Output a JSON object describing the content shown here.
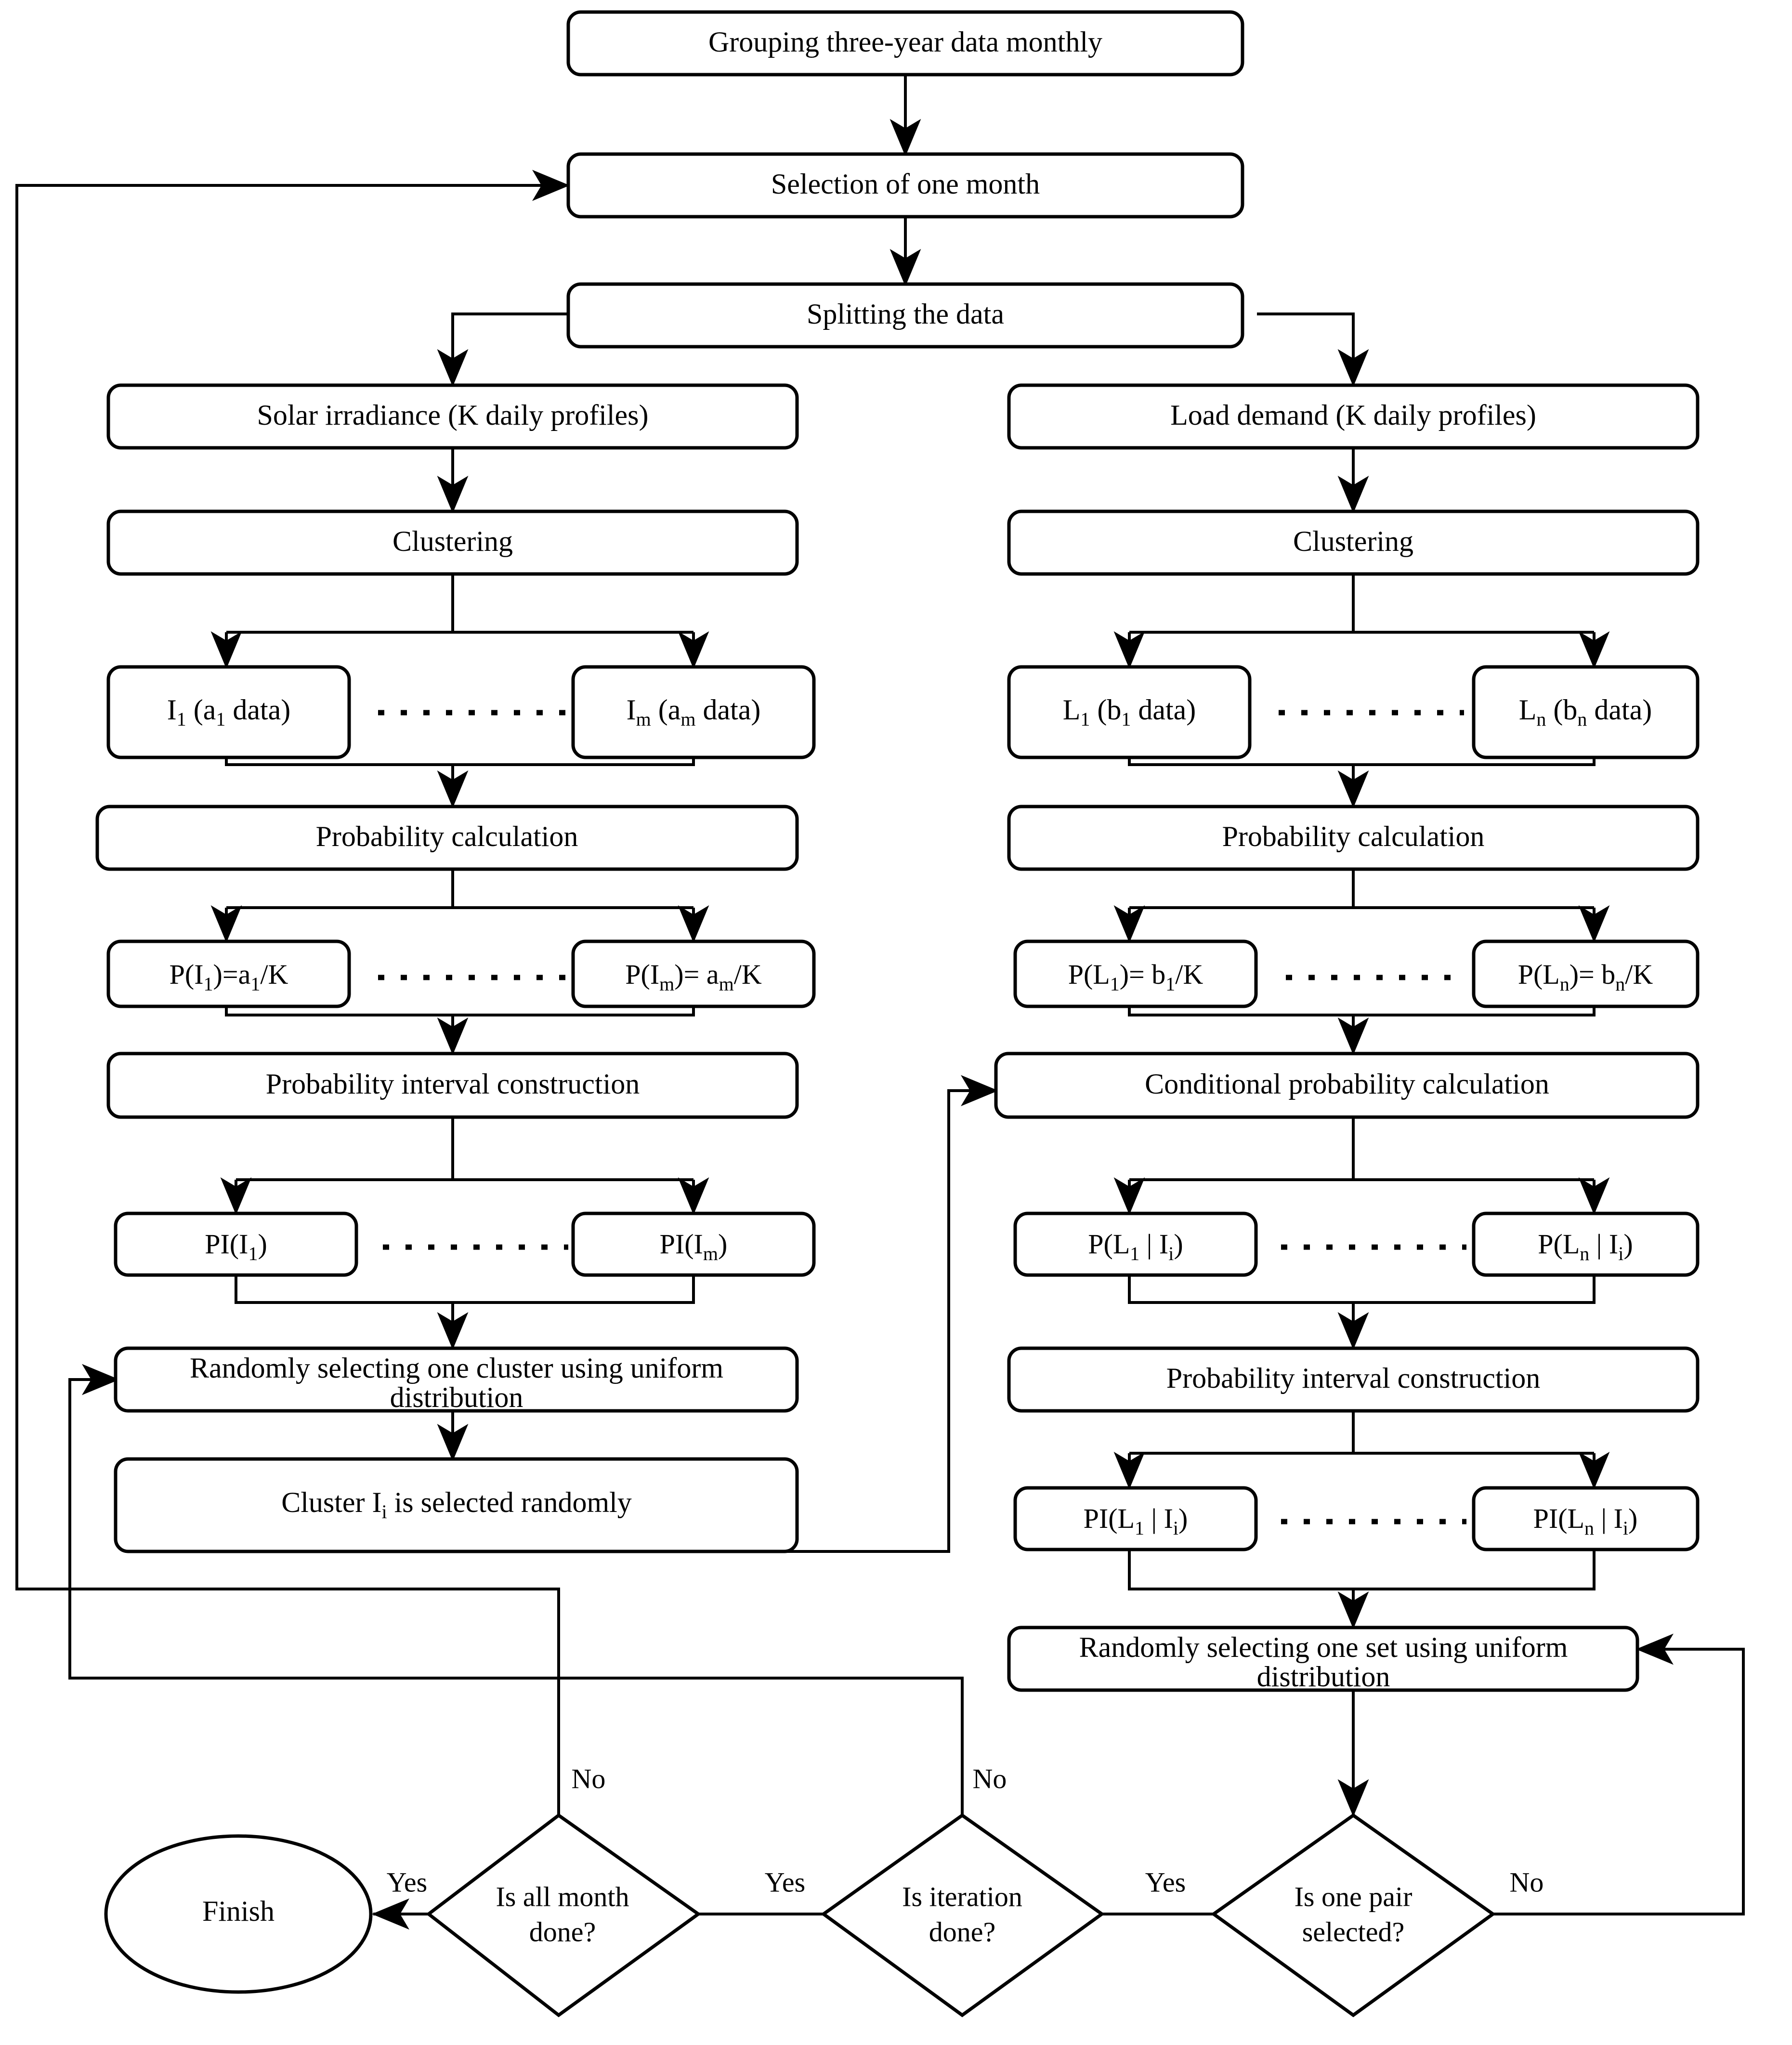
{
  "diagram": {
    "type": "flowchart",
    "title": "Monte Carlo scenario generation flowchart for solar irradiance and load demand",
    "orientation": "top-to-bottom"
  },
  "nodes": {
    "start": {
      "id": "start",
      "shape": "rounded-rect",
      "label": "Grouping three-year data monthly"
    },
    "select_month": {
      "id": "select_month",
      "shape": "rounded-rect",
      "label": "Selection of one month"
    },
    "split": {
      "id": "split",
      "shape": "rounded-rect",
      "label": "Splitting the data"
    },
    "solar": {
      "id": "solar",
      "shape": "rounded-rect",
      "label": "Solar irradiance (K daily profiles)"
    },
    "load": {
      "id": "load",
      "shape": "rounded-rect",
      "label": "Load demand (K daily profiles)"
    },
    "cluster_left": {
      "id": "cluster_left",
      "shape": "rounded-rect",
      "label": "Clustering"
    },
    "cluster_right": {
      "id": "cluster_right",
      "shape": "rounded-rect",
      "label": "Clustering"
    },
    "i1": {
      "id": "i1",
      "shape": "rounded-rect",
      "base": "I",
      "sub": "1",
      "rest": " (a",
      "sub2": "1",
      "rest2": " data)"
    },
    "im": {
      "id": "im",
      "shape": "rounded-rect",
      "base": "I",
      "sub": "m",
      "rest": " (a",
      "sub2": "m",
      "rest2": " data)"
    },
    "l1": {
      "id": "l1",
      "shape": "rounded-rect",
      "base": "L",
      "sub": "1",
      "rest": " (b",
      "sub2": "1",
      "rest2": " data)"
    },
    "ln": {
      "id": "ln",
      "shape": "rounded-rect",
      "base": "L",
      "sub": "n",
      "rest": " (b",
      "sub2": "n",
      "rest2": " data)"
    },
    "prob_left": {
      "id": "prob_left",
      "shape": "rounded-rect",
      "label": "Probability calculation"
    },
    "prob_right": {
      "id": "prob_right",
      "shape": "rounded-rect",
      "label": "Probability calculation"
    },
    "pi1": {
      "id": "pi1",
      "shape": "rounded-rect",
      "base": "P(I",
      "sub": "1",
      "rest": ")=a",
      "sub2": "1",
      "rest2": "/K"
    },
    "pim": {
      "id": "pim",
      "shape": "rounded-rect",
      "base": "P(I",
      "sub": "m",
      "rest": ")= a",
      "sub2": "m",
      "rest2": "/K"
    },
    "pl1": {
      "id": "pl1",
      "shape": "rounded-rect",
      "base": "P(L",
      "sub": "1",
      "rest": ")= b",
      "sub2": "1",
      "rest2": "/K"
    },
    "pln": {
      "id": "pln",
      "shape": "rounded-rect",
      "base": "P(L",
      "sub": "n",
      "rest": ")= b",
      "sub2": "n",
      "rest2": "/K"
    },
    "pic_left": {
      "id": "pic_left",
      "shape": "rounded-rect",
      "label": "Probability interval construction"
    },
    "cond_prob": {
      "id": "cond_prob",
      "shape": "rounded-rect",
      "label": "Conditional probability calculation"
    },
    "pii1": {
      "id": "pii1",
      "shape": "rounded-rect",
      "base": "PI(I",
      "sub": "1",
      "rest": ")",
      "sub2": "",
      "rest2": ""
    },
    "piim": {
      "id": "piim",
      "shape": "rounded-rect",
      "base": "PI(I",
      "sub": "m",
      "rest": ")",
      "sub2": "",
      "rest2": ""
    },
    "pcl1": {
      "id": "pcl1",
      "shape": "rounded-rect",
      "base": "P(L",
      "sub": "1",
      "rest": "| I",
      "sub2": "i",
      "rest2": ")"
    },
    "pcln": {
      "id": "pcln",
      "shape": "rounded-rect",
      "base": "P(L",
      "sub": "n",
      "rest": "| I",
      "sub2": "i",
      "rest2": ")"
    },
    "pic_right": {
      "id": "pic_right",
      "shape": "rounded-rect",
      "label": "Probability interval construction"
    },
    "pil1": {
      "id": "pil1",
      "shape": "rounded-rect",
      "base": "PI(L",
      "sub": "1",
      "rest": "| I",
      "sub2": "i",
      "rest2": ")"
    },
    "piln": {
      "id": "piln",
      "shape": "rounded-rect",
      "base": "PI(L",
      "sub": "n",
      "rest": "| I",
      "sub2": "i",
      "rest2": ")"
    },
    "rand_cluster": {
      "id": "rand_cluster",
      "shape": "rounded-rect",
      "line1": "Randomly selecting one cluster using uniform",
      "line2": "distribution"
    },
    "cluster_sel": {
      "id": "cluster_sel",
      "shape": "rounded-rect",
      "base": "Cluster I",
      "sub": "i",
      "rest": " is selected randomly",
      "sub2": "",
      "rest2": ""
    },
    "rand_set": {
      "id": "rand_set",
      "shape": "rounded-rect",
      "line1": "Randomly selecting one set using uniform",
      "line2": "distribution"
    },
    "dec_month": {
      "id": "dec_month",
      "shape": "diamond",
      "line1": "Is all month",
      "line2": "done?"
    },
    "dec_iter": {
      "id": "dec_iter",
      "shape": "diamond",
      "line1": "Is iteration",
      "line2": "done?"
    },
    "dec_pair": {
      "id": "dec_pair",
      "shape": "diamond",
      "line1": "Is one pair",
      "line2": "selected?"
    },
    "finish": {
      "id": "finish",
      "shape": "ellipse",
      "label": "Finish"
    }
  },
  "edge_labels": {
    "pair_yes": "Yes",
    "pair_no": "No",
    "iter_yes": "Yes",
    "iter_no": "No",
    "month_yes": "Yes",
    "month_no": "No"
  },
  "colors": {
    "stroke": "#000000",
    "fill": "#ffffff",
    "text": "#000000"
  }
}
